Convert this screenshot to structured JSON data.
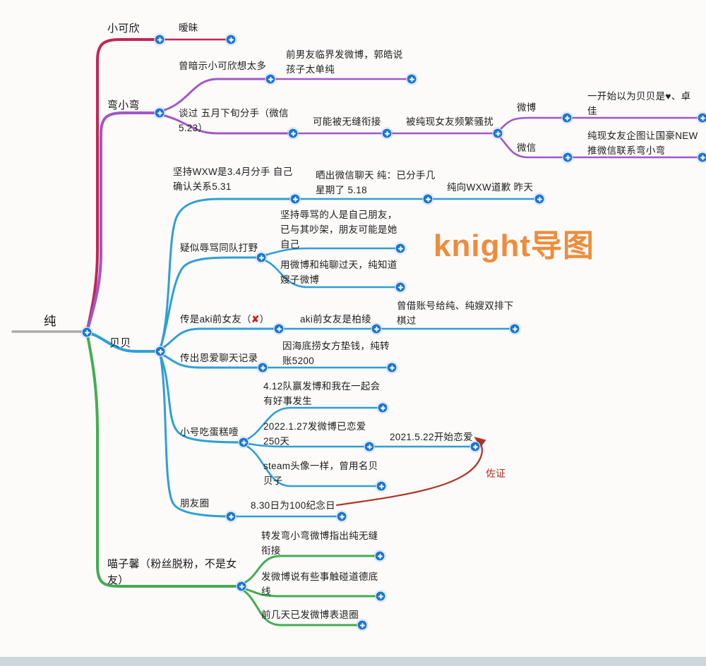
{
  "app": {
    "watermark": "knight导图"
  },
  "colors": {
    "branch_xiaokexin": "#c32558",
    "branch_wanxiaowan": "#a157c8",
    "branch_beibei": "#2f9fd6",
    "branch_miaozixin": "#43ad52",
    "node_connector": "#1b76d3",
    "evidence_arrow": "#b23121",
    "watermark": "#ef8c3b",
    "root_line": "#ababab"
  },
  "labels": {
    "root": "纯",
    "xiaokexin": "小可欣",
    "aimei": "暧昧",
    "wanxiaowan": "弯小弯",
    "cenganshi": "曾暗示小可欣想太多",
    "qiannanyou": "前男友临界发微博，郭皓说孩子太单纯",
    "tanguo": "谈过 五月下旬分手（微信5.23）",
    "keneng": "可能被无缝衔接",
    "beichun": "被纯现女友频繁骚扰",
    "weibo": "微博",
    "yikaishi": "一开始以为贝贝是♥、卓佳",
    "weixin": "微信",
    "chunxian": "纯现女友企图让国豪NEW推微信联系弯小弯",
    "beibei": "贝贝",
    "jianchi_wxw": "坚持WXW是3.4月分手 自己确认关系5.31",
    "shaichu": "晒出微信聊天 纯：已分手几星期了 5.18",
    "daoqian": "纯向WXW道歉 昨天",
    "yisi": "疑似辱骂同队打野",
    "jianchi_ruma": "坚持辱骂的人是自己朋友，已与其吵架，朋友可能是她自己",
    "yong_weibo": "用微博和纯聊过天，纯知道嫂子微博",
    "aki_pre": "传是aki前女友（",
    "aki_x": "✘",
    "aki_post": "）",
    "aki_qian": "aki前女友是柏绫",
    "cengjie": "曾借账号给纯、纯嫂双排下棋过",
    "enai": "传出恩爱聊天记录",
    "haidilao": "因海底捞女方垫钱，纯转账5200",
    "xiaohao": "小号吃蛋糕噎",
    "duiying": "4.12队赢发博和我在一起会有好事发生",
    "lianai250": "2022.1.27发微博已恋爱250天",
    "kaishi": "2021.5.22开始恋爱",
    "steam": "steam头像一样，曾用名贝贝子",
    "pengyouquan": "朋友圈",
    "jinianri": "8.30日为100纪念日",
    "miaozixin": "喵子馨（粉丝脱粉，不是女友）",
    "zhuanfa": "转发弯小弯微博指出纯无缝衔接",
    "fabu": "发微博说有些事触碰道德底线",
    "tuiquan": "前几天已发微博表退圈",
    "zuozheng": "佐证"
  }
}
